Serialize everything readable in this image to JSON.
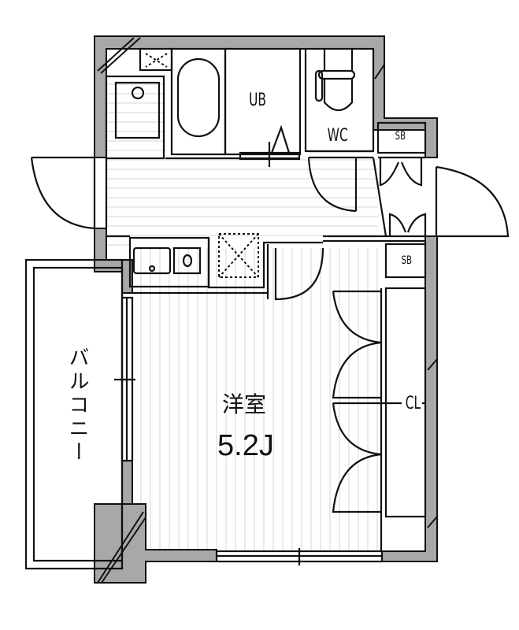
{
  "floorplan": {
    "rooms": {
      "unit_bath": {
        "label": "UB"
      },
      "toilet": {
        "label": "WC"
      },
      "shoe_box_upper": {
        "label": "SB"
      },
      "shoe_box_lower": {
        "label": "SB"
      },
      "closet": {
        "label": "CL"
      },
      "western_room": {
        "label": "洋室",
        "size": "5.2J"
      },
      "balcony": {
        "label": "バルコニー"
      }
    },
    "colors": {
      "wall_fill": "#a8a8a8",
      "line": "#111111",
      "floor_stripe": "#dcdcdc",
      "background": "#ffffff"
    }
  }
}
